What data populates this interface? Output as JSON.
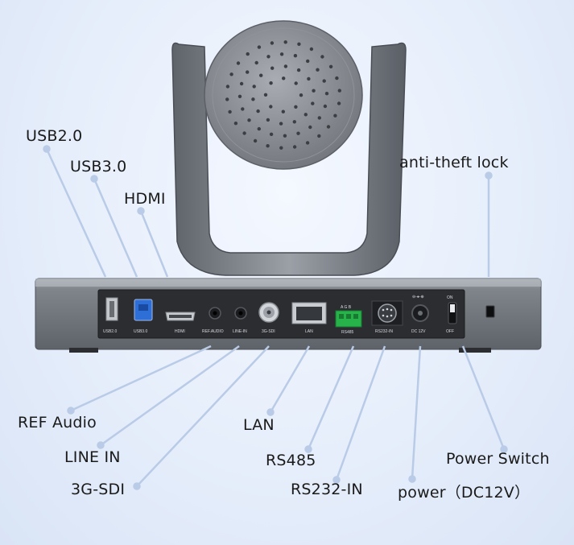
{
  "callouts": {
    "usb20": "USB2.0",
    "usb30": "USB3.0",
    "hdmi": "HDMI",
    "anti_theft_lock": "anti-theft lock",
    "ref_audio": "REF Audio",
    "line_in": "LINE IN",
    "sdi": "3G-SDI",
    "lan": "LAN",
    "rs485": "RS485",
    "rs232_in": "RS232-IN",
    "power": "power（DC12V）",
    "power_switch": "Power Switch"
  },
  "panel_labels": {
    "usb20": "USB2.0",
    "usb30": "USB3.0",
    "hdmi": "HDMI",
    "ref_audio": "REF.AUDIO",
    "line_in": "LINE-IN",
    "sdi": "3G-SDI",
    "lan": "LAN",
    "rs485": "RS485",
    "rs485_pins": "A G B",
    "rs232_in": "RS232-IN",
    "dc": "DC 12V",
    "dc_symbol": "⊖-●-⊕",
    "switch_on": "ON",
    "switch_off": "OFF"
  },
  "colors": {
    "leader_line": "#b9cbe6",
    "device_body": "#7d8289",
    "panel_face": "#2b2d31",
    "usb3_blue": "#2d6fd6",
    "rs485_green": "#27b24a"
  }
}
